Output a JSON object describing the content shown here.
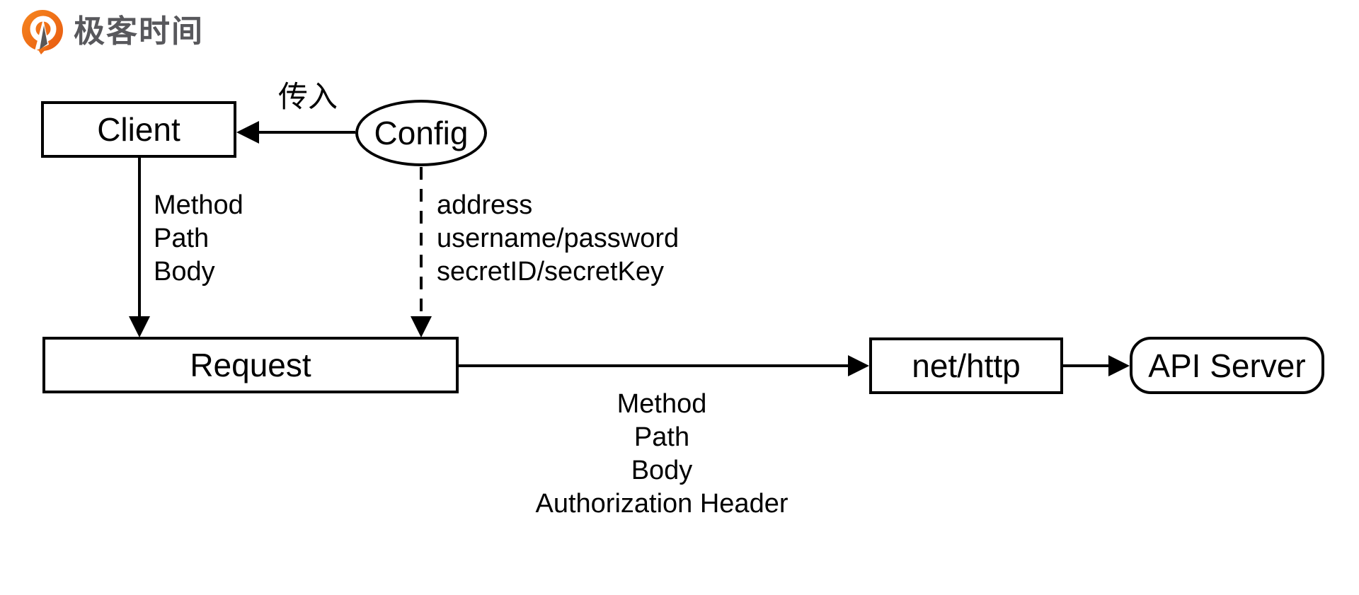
{
  "brand": {
    "logo_text": "极客时间"
  },
  "nodes": {
    "client": {
      "label": "Client",
      "shape": "rectangle"
    },
    "config": {
      "label": "Config",
      "shape": "ellipse"
    },
    "request": {
      "label": "Request",
      "shape": "rectangle"
    },
    "net_http": {
      "label": "net/http",
      "shape": "rectangle"
    },
    "api_server": {
      "label": "API Server",
      "shape": "rounded-rectangle"
    }
  },
  "edges": {
    "config_to_client": {
      "label": "传入",
      "style": "solid-arrow-left"
    },
    "client_to_request": {
      "style": "solid-arrow-down",
      "labels": [
        "Method",
        "Path",
        "Body"
      ]
    },
    "config_to_request": {
      "style": "dashed-arrow-down",
      "labels": [
        "address",
        "username/password",
        "secretID/secretKey"
      ]
    },
    "request_to_net_http": {
      "style": "solid-arrow-right",
      "labels": [
        "Method",
        "Path",
        "Body",
        "Authorization Header"
      ]
    },
    "net_http_to_api_server": {
      "style": "solid-arrow-right"
    }
  },
  "colors": {
    "stroke": "#000000",
    "node_fill": "#ffffff",
    "background": "#ffffff",
    "logo_orange": "#F6861F",
    "logo_orange_dark": "#E85A10",
    "logo_gray": "#58585C"
  }
}
